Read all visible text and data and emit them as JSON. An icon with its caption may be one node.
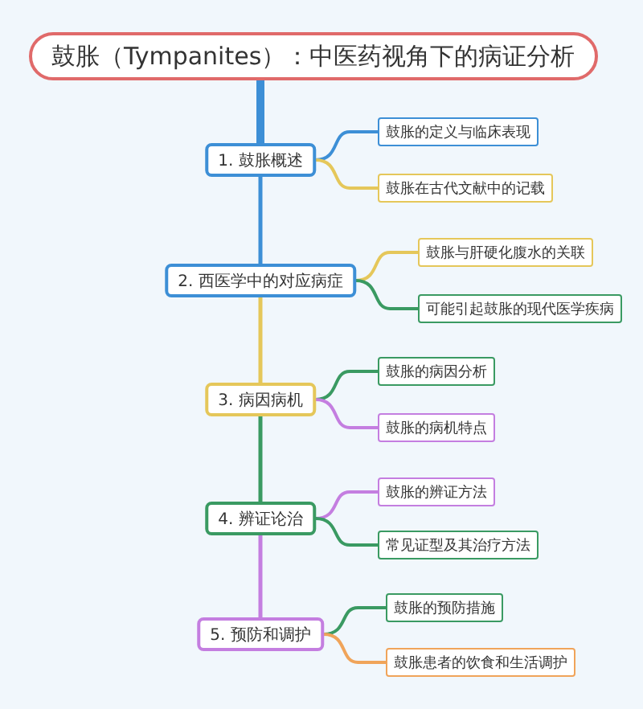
{
  "diagram": {
    "nodes": [
      {
        "text": [
          "鼓胀（Tympanites）：中医药视角下的病证分析"
        ]
      },
      {
        "text": [
          "1. 鼓胀概述"
        ]
      },
      {
        "text": [
          "鼓胀的定义与临床表现"
        ]
      },
      {
        "text": [
          "鼓胀在古代文献中的记载"
        ]
      },
      {
        "text": [
          "2. 西医学中的对应病症"
        ]
      },
      {
        "text": [
          "鼓胀与肝硬化腹水的关联"
        ]
      },
      {
        "text": [
          "可能引起鼓胀的现代医学疾病"
        ]
      },
      {
        "text": [
          "3. 病因病机"
        ]
      },
      {
        "text": [
          "鼓胀的病因分析"
        ]
      },
      {
        "text": [
          "鼓胀的病机特点"
        ]
      },
      {
        "text": [
          "4. 辨证论治"
        ]
      },
      {
        "text": [
          "鼓胀的辨证方法"
        ]
      },
      {
        "text": [
          "常见证型及其治疗方法"
        ]
      },
      {
        "text": [
          "5. 预防和调护"
        ]
      },
      {
        "text": [
          "鼓胀的预防措施"
        ]
      },
      {
        "text": [
          "鼓胀患者的饮食和生活调护"
        ]
      }
    ],
    "edges": [
      {
        "from": 0,
        "to": 1,
        "arrow": "none",
        "style": "thick",
        "color": "#3d8fd6"
      },
      {
        "from": 1,
        "to": 4,
        "arrow": "none",
        "color": "#3d8fd6"
      },
      {
        "from": 4,
        "to": 7,
        "arrow": "none",
        "color": "#e5c75a"
      },
      {
        "from": 7,
        "to": 10,
        "arrow": "none",
        "color": "#3a9a62"
      },
      {
        "from": 10,
        "to": 13,
        "arrow": "none",
        "color": "#c47ee0"
      },
      {
        "from": 1,
        "to": 2,
        "arrow": "none",
        "color": "#3d8fd6"
      },
      {
        "from": 1,
        "to": 3,
        "arrow": "none",
        "color": "#e5c75a"
      },
      {
        "from": 4,
        "to": 5,
        "arrow": "none",
        "color": "#e5c75a"
      },
      {
        "from": 4,
        "to": 6,
        "arrow": "none",
        "color": "#3a9a62"
      },
      {
        "from": 7,
        "to": 8,
        "arrow": "none",
        "color": "#3a9a62"
      },
      {
        "from": 7,
        "to": 9,
        "arrow": "none",
        "color": "#c47ee0"
      },
      {
        "from": 10,
        "to": 11,
        "arrow": "none",
        "color": "#c47ee0"
      },
      {
        "from": 10,
        "to": 12,
        "arrow": "none",
        "color": "#3a9a62"
      },
      {
        "from": 13,
        "to": 14,
        "arrow": "none",
        "color": "#3a9a62"
      },
      {
        "from": 13,
        "to": 15,
        "arrow": "none",
        "color": "#f0a45a"
      }
    ]
  }
}
